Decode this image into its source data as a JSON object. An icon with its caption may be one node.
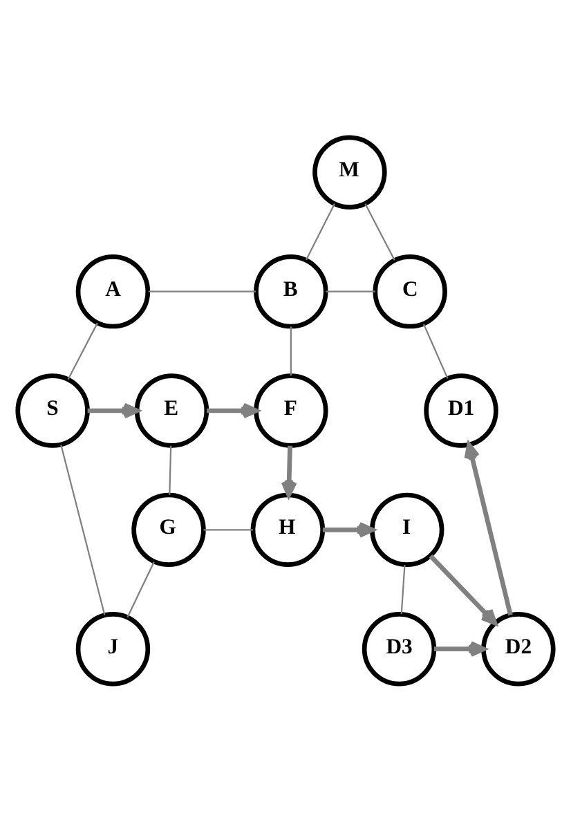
{
  "diagram": {
    "nodes": [
      {
        "text": [
          "M"
        ]
      },
      {
        "text": [
          "A"
        ]
      },
      {
        "text": [
          "B"
        ]
      },
      {
        "text": [
          "C"
        ]
      },
      {
        "text": [
          "D1"
        ]
      },
      {
        "text": [
          "S"
        ]
      },
      {
        "text": [
          "E"
        ]
      },
      {
        "text": [
          "F"
        ]
      },
      {
        "text": [
          "G"
        ]
      },
      {
        "text": [
          "H"
        ]
      },
      {
        "text": [
          "I"
        ]
      },
      {
        "text": [
          "J"
        ]
      },
      {
        "text": [
          "D3"
        ]
      },
      {
        "text": [
          "D2"
        ]
      }
    ],
    "edges": [
      {
        "from": 0,
        "to": 2,
        "arrow": "none"
      },
      {
        "from": 0,
        "to": 3,
        "arrow": "none"
      },
      {
        "from": 1,
        "to": 2,
        "arrow": "none"
      },
      {
        "from": 2,
        "to": 3,
        "arrow": "none"
      },
      {
        "from": 3,
        "to": 4,
        "arrow": "none"
      },
      {
        "from": 2,
        "to": 7,
        "arrow": "none"
      },
      {
        "from": 1,
        "to": 5,
        "arrow": "none"
      },
      {
        "from": 5,
        "to": 6,
        "arrow": "to",
        "style": "thick"
      },
      {
        "from": 6,
        "to": 7,
        "arrow": "to",
        "style": "thick"
      },
      {
        "from": 7,
        "to": 9,
        "arrow": "to",
        "style": "thick"
      },
      {
        "from": 9,
        "to": 10,
        "arrow": "to",
        "style": "thick"
      },
      {
        "from": 10,
        "to": 13,
        "arrow": "to",
        "style": "thick"
      },
      {
        "from": 13,
        "to": 4,
        "arrow": "to",
        "style": "thick"
      },
      {
        "from": 12,
        "to": 13,
        "arrow": "to",
        "style": "thick"
      },
      {
        "from": 5,
        "to": 11,
        "arrow": "none"
      },
      {
        "from": 6,
        "to": 8,
        "arrow": "none"
      },
      {
        "from": 8,
        "to": 9,
        "arrow": "none"
      },
      {
        "from": 8,
        "to": 11,
        "arrow": "none"
      },
      {
        "from": 10,
        "to": 12,
        "arrow": "none"
      }
    ]
  }
}
